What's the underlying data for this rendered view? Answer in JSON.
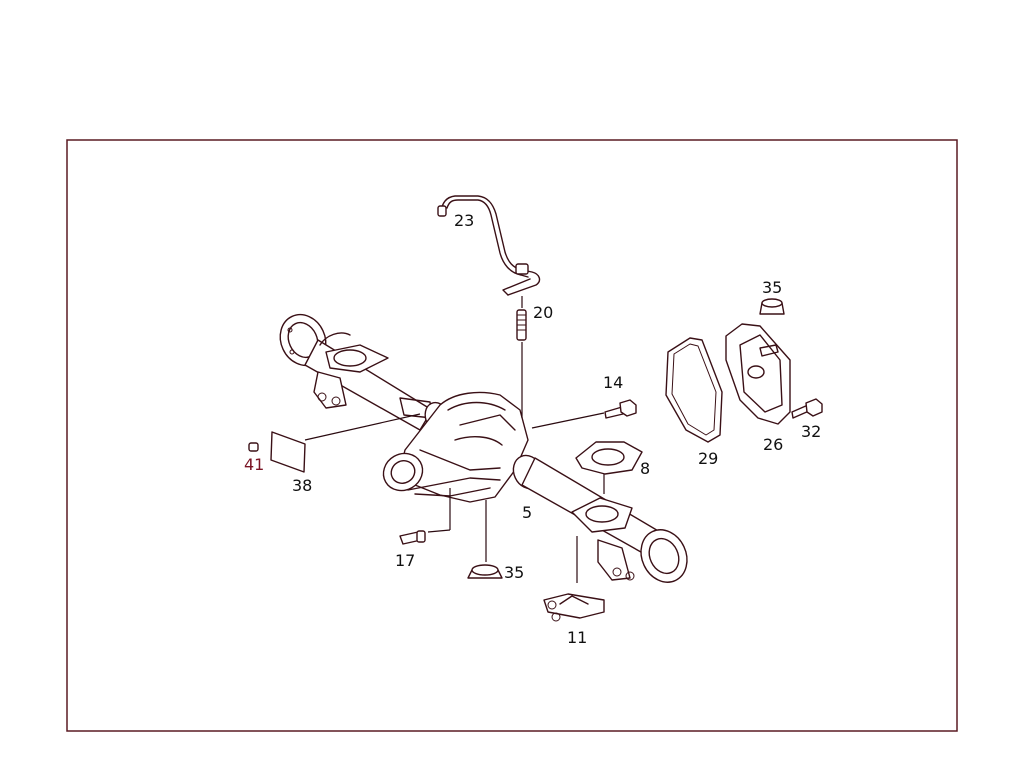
{
  "labels": {
    "p23": "23",
    "p20": "20",
    "p35_top": "35",
    "p14": "14",
    "p8": "8",
    "p29": "29",
    "p26": "26",
    "p32": "32",
    "p41": "41",
    "p38": "38",
    "p5": "5",
    "p17": "17",
    "p35_bottom": "35",
    "p11": "11"
  },
  "colors": {
    "frame": "#5a1a22",
    "line": "#3a1016",
    "highlight_label": "#7a1424"
  }
}
